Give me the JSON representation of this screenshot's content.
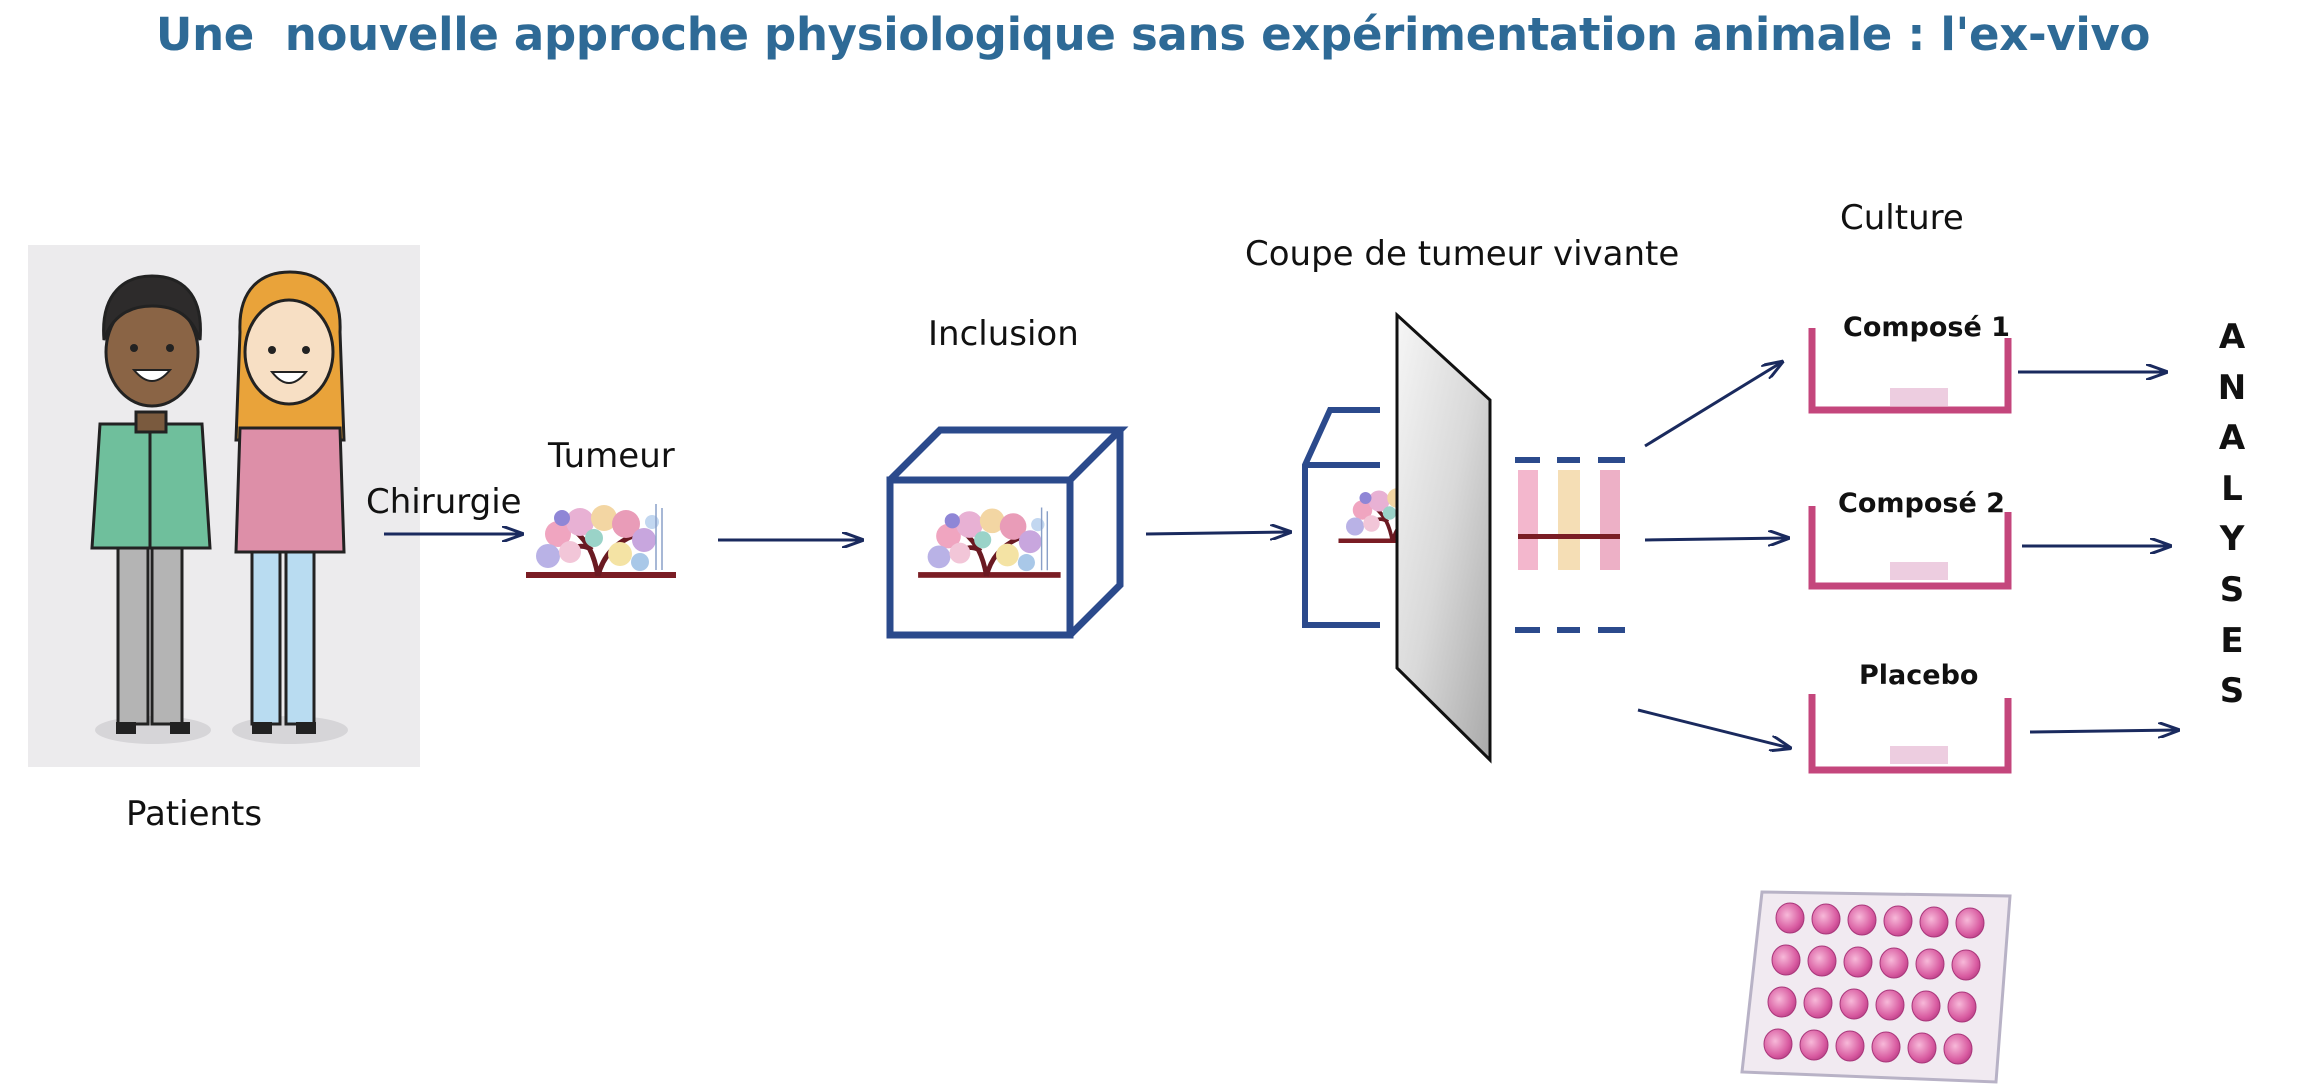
{
  "title": "Une  nouvelle approche physiologique sans expérimentation animale : l'ex-vivo",
  "labels": {
    "patients": "Patients",
    "chirurgie": "Chirurgie",
    "tumeur": "Tumeur",
    "inclusion": "Inclusion",
    "coupe": "Coupe de tumeur vivante",
    "culture": "Culture",
    "analyses": "ANALYSES"
  },
  "wells": [
    {
      "label": "Composé 1"
    },
    {
      "label": "Composé 2"
    },
    {
      "label": "Placebo"
    }
  ],
  "colors": {
    "title": "#2e6a96",
    "arrow": "#1a2a5e",
    "box": "#2b4a8c",
    "well": "#c4467c"
  }
}
